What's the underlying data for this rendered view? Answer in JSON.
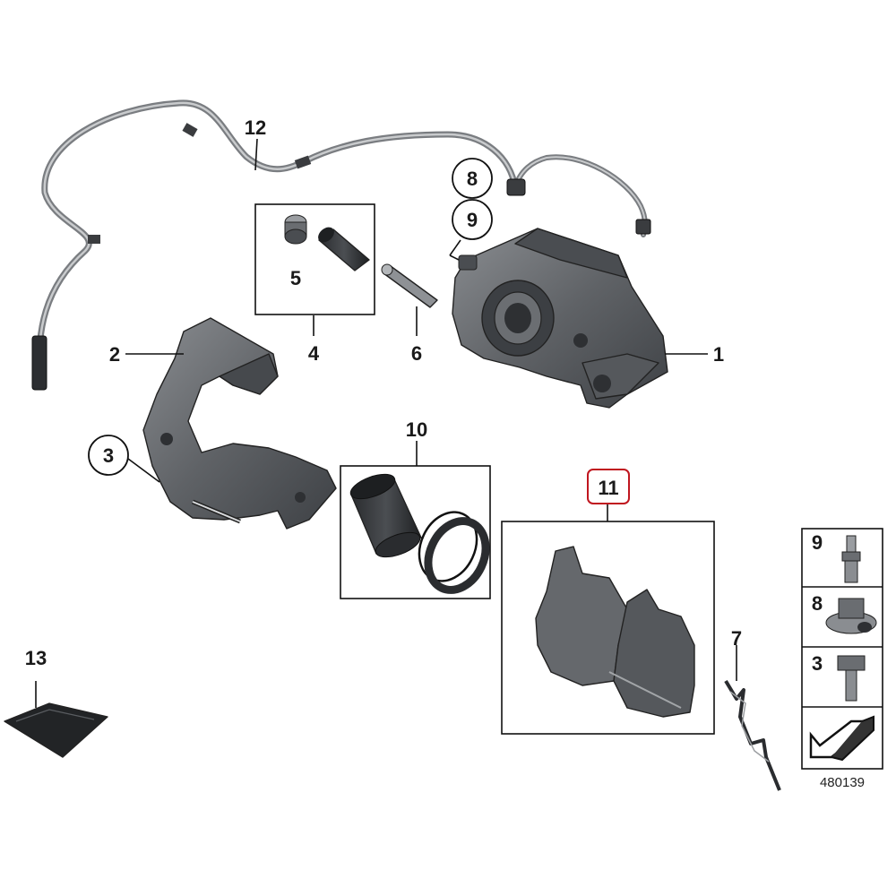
{
  "callouts": {
    "c1": "1",
    "c2": "2",
    "c3": "3",
    "c4": "4",
    "c5": "5",
    "c6": "6",
    "c7": "7",
    "c8": "8",
    "c9": "9",
    "c10": "10",
    "c11": "11",
    "c12": "12",
    "c13": "13"
  },
  "legend": {
    "row9": "9",
    "row8": "8",
    "row3": "3"
  },
  "diagram_number": "480139",
  "colors": {
    "part_fill": "#5f6266",
    "part_shade": "#45484c",
    "part_light": "#8a8d91",
    "highlight": "#c0161f"
  }
}
